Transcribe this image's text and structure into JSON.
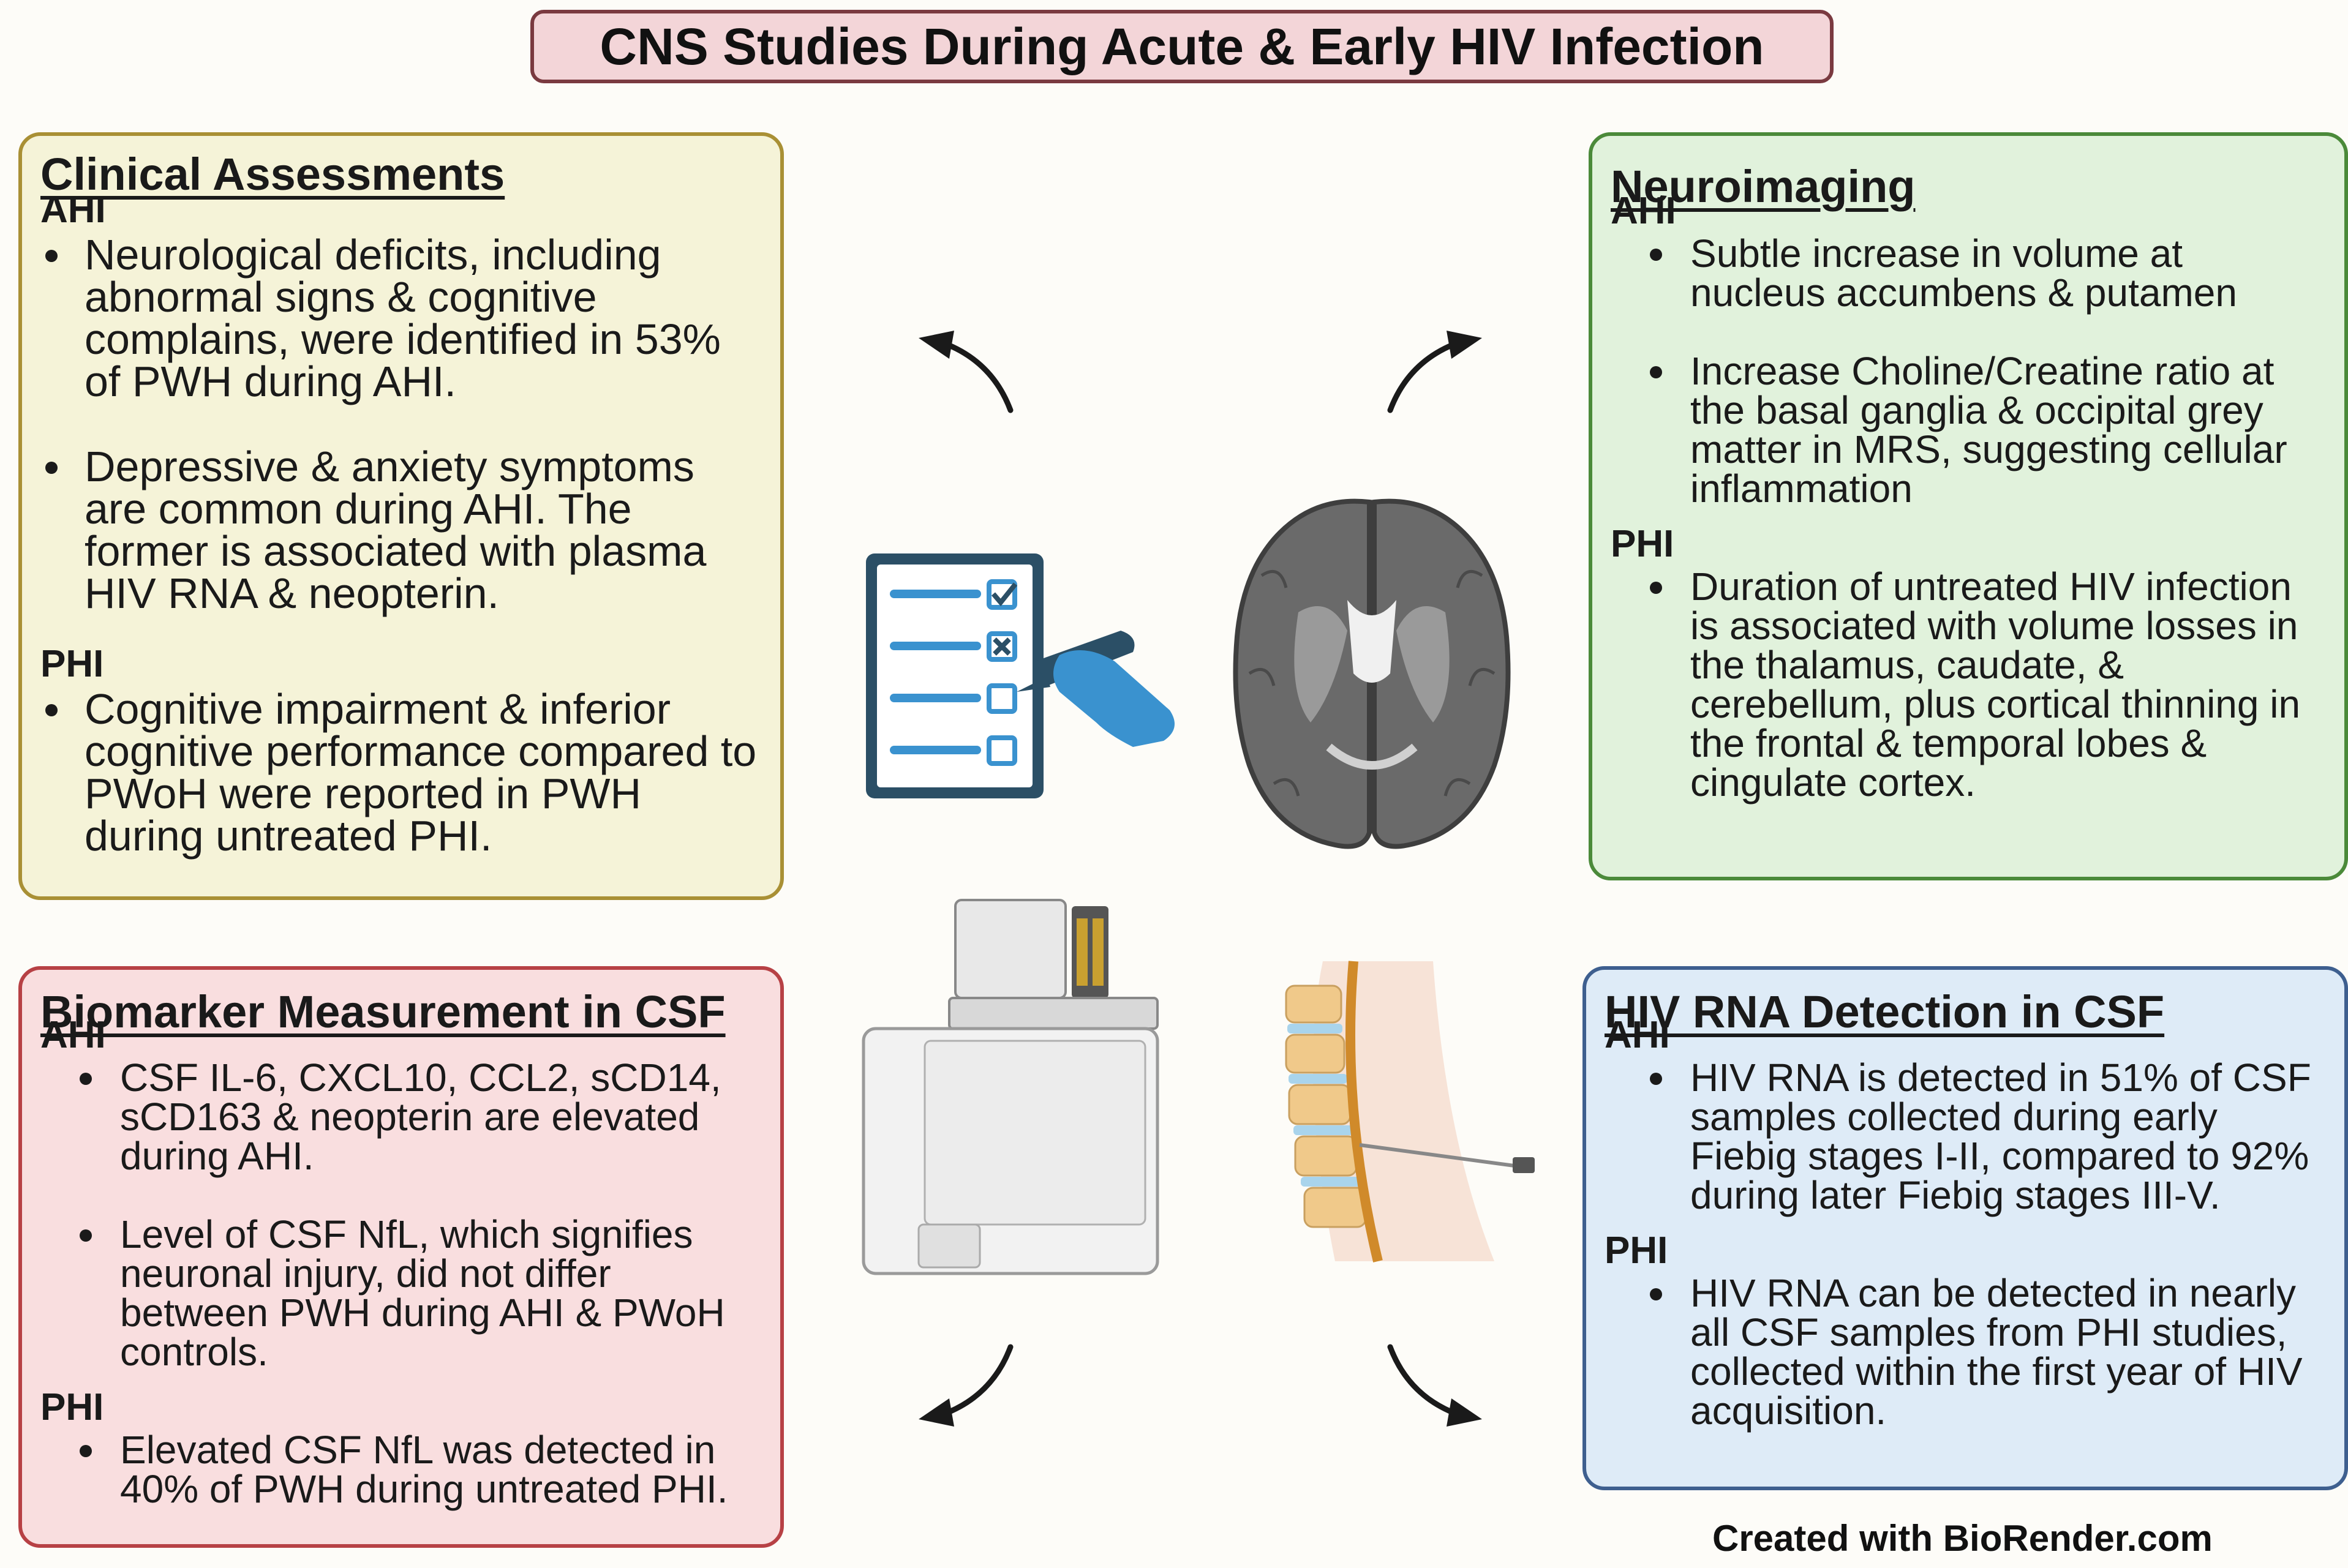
{
  "title": "CNS Studies During Acute & Early HIV Infection",
  "panels": {
    "clinical": {
      "heading": "Clinical Assessments",
      "ahi_label": "AHI",
      "ahi_items": [
        "Neurological deficits, including abnormal signs & cognitive complains, were identified in 53% of PWH during AHI.",
        "Depressive & anxiety symptoms are common during AHI. The former is associated with plasma HIV RNA & neopterin."
      ],
      "phi_label": "PHI",
      "phi_items": [
        "Cognitive impairment & inferior cognitive performance compared to PWoH were reported in PWH during untreated PHI."
      ]
    },
    "neuro": {
      "heading": "Neuroimaging",
      "ahi_label": "AHI",
      "ahi_items": [
        "Subtle increase in volume at nucleus accumbens & putamen",
        "Increase Choline/Creatine ratio at the basal ganglia & occipital grey matter in MRS, suggesting cellular inflammation"
      ],
      "phi_label": "PHI",
      "phi_items": [
        "Duration of untreated HIV infection is associated with volume losses in the thalamus, caudate, & cerebellum, plus cortical thinning in the frontal & temporal lobes & cingulate cortex."
      ]
    },
    "biomarker": {
      "heading": "Biomarker Measurement in CSF",
      "ahi_label": "AHI",
      "ahi_items": [
        "CSF IL-6, CXCL10, CCL2, sCD14, sCD163 & neopterin are elevated during AHI.",
        "Level of CSF NfL, which signifies neuronal injury, did not differ between PWH during AHI & PWoH controls."
      ],
      "phi_label": "PHI",
      "phi_items": [
        "Elevated CSF NfL was detected in 40% of PWH during untreated PHI."
      ]
    },
    "rna": {
      "heading": "HIV RNA Detection in CSF",
      "ahi_label": "AHI",
      "ahi_items": [
        "HIV RNA is detected in 51% of CSF samples collected during early Fiebig stages I-II, compared to 92% during later Fiebig stages III-V."
      ],
      "phi_label": "PHI",
      "phi_items": [
        "HIV RNA can be detected in nearly all CSF samples from PHI studies, collected within the first year of HIV acquisition."
      ]
    }
  },
  "credit": "Created with BioRender.com",
  "icons": [
    "checklist-icon",
    "brain-icon",
    "lab-analyzer-icon",
    "spine-lumbar-puncture-icon",
    "arrow-icon"
  ],
  "colors": {
    "title_bg": "#f3d5d8",
    "clinical_bg": "#f5f3d8",
    "neuro_bg": "#e1f2dc",
    "biomarker_bg": "#f9dedf",
    "rna_bg": "#deebf7",
    "accent_blue": "#3a92cf",
    "dark_slate": "#274c63"
  }
}
